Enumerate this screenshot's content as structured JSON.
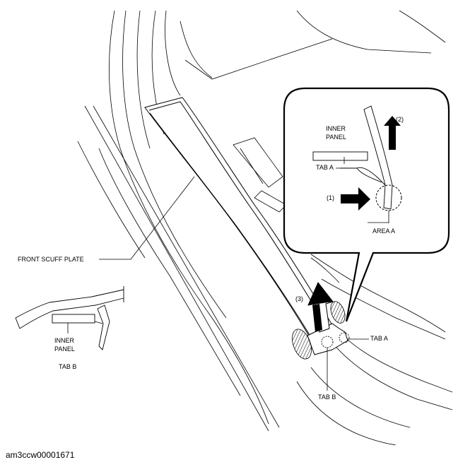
{
  "labels": {
    "inner_panel_detail_line1": "INNER",
    "inner_panel_detail_line2": "PANEL",
    "tab_a_detail": "TAB A",
    "step_1": "(1)",
    "step_2": "(2)",
    "step_3": "(3)",
    "area_a": "AREA A",
    "front_scuff_plate": "FRONT SCUFF PLATE",
    "tab_a_main": "TAB A",
    "tab_b_main": "TAB B",
    "inner_panel_left_line1": "INNER",
    "inner_panel_left_line2": "PANEL",
    "tab_b_left": "TAB B"
  },
  "caption": "am3ccw00001671"
}
